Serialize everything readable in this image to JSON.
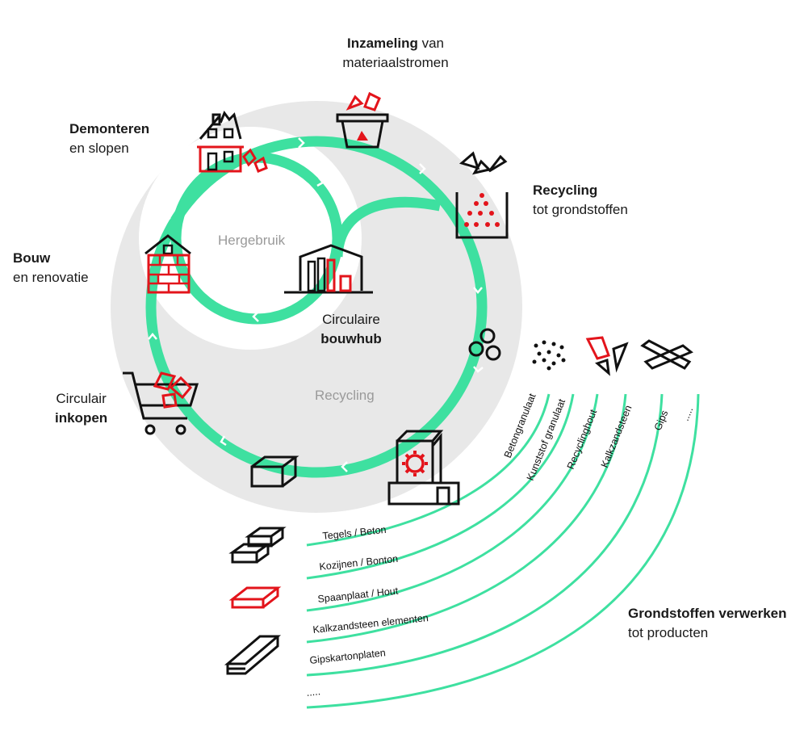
{
  "stages": {
    "collection": {
      "bold": "Inzameling",
      "rest_line1": " van",
      "line2": "materiaalstromen"
    },
    "dismantle": {
      "bold": "Demonteren",
      "line2": "en slopen"
    },
    "recycling": {
      "bold": "Recycling",
      "line2": "tot grondstoffen"
    },
    "build": {
      "bold": "Bouw",
      "line2": "en renovatie"
    },
    "purchasing": {
      "line1": "Circulair",
      "bold": "inkopen"
    },
    "hub": {
      "line1": "Circulaire",
      "bold": "bouwhub"
    },
    "processing": {
      "bold": "Grondstoffen verwerken",
      "line2": "tot producten"
    }
  },
  "loops": {
    "reuse": "Hergebruik",
    "recycling": "Recycling"
  },
  "raw_materials": [
    "Betongranulaat",
    "Kunststof granulaat",
    "Recyclinghout",
    "Kalkzandsteen",
    "Gips",
    "....."
  ],
  "products": [
    "Tegels / Beton",
    "Kozijnen / Bonton",
    "Spaanplaat / Hout",
    "Kalkzandsteen elementen",
    "Gipskartonplaten",
    "....."
  ],
  "colors": {
    "accent_green": "#3ee0a0",
    "accent_red": "#e3141b",
    "bg_grey": "#e8e8e8",
    "line_dark": "#111111"
  },
  "icons": {
    "collection": "bin-with-rubble-icon",
    "recycling": "crusher-icon",
    "granules": "granules-icon",
    "dismantle": "demolished-house-icon",
    "build": "brick-house-icon",
    "hub": "warehouse-icon",
    "purchasing": "shopping-cart-icon",
    "product": "building-block-icon",
    "factory": "factory-gear-icon",
    "materials": [
      "dots-icon",
      "shards-icon",
      "crossed-planks-icon"
    ],
    "products": [
      "stacked-tiles-icon",
      "red-board-icon",
      "plasterboard-stack-icon"
    ]
  }
}
